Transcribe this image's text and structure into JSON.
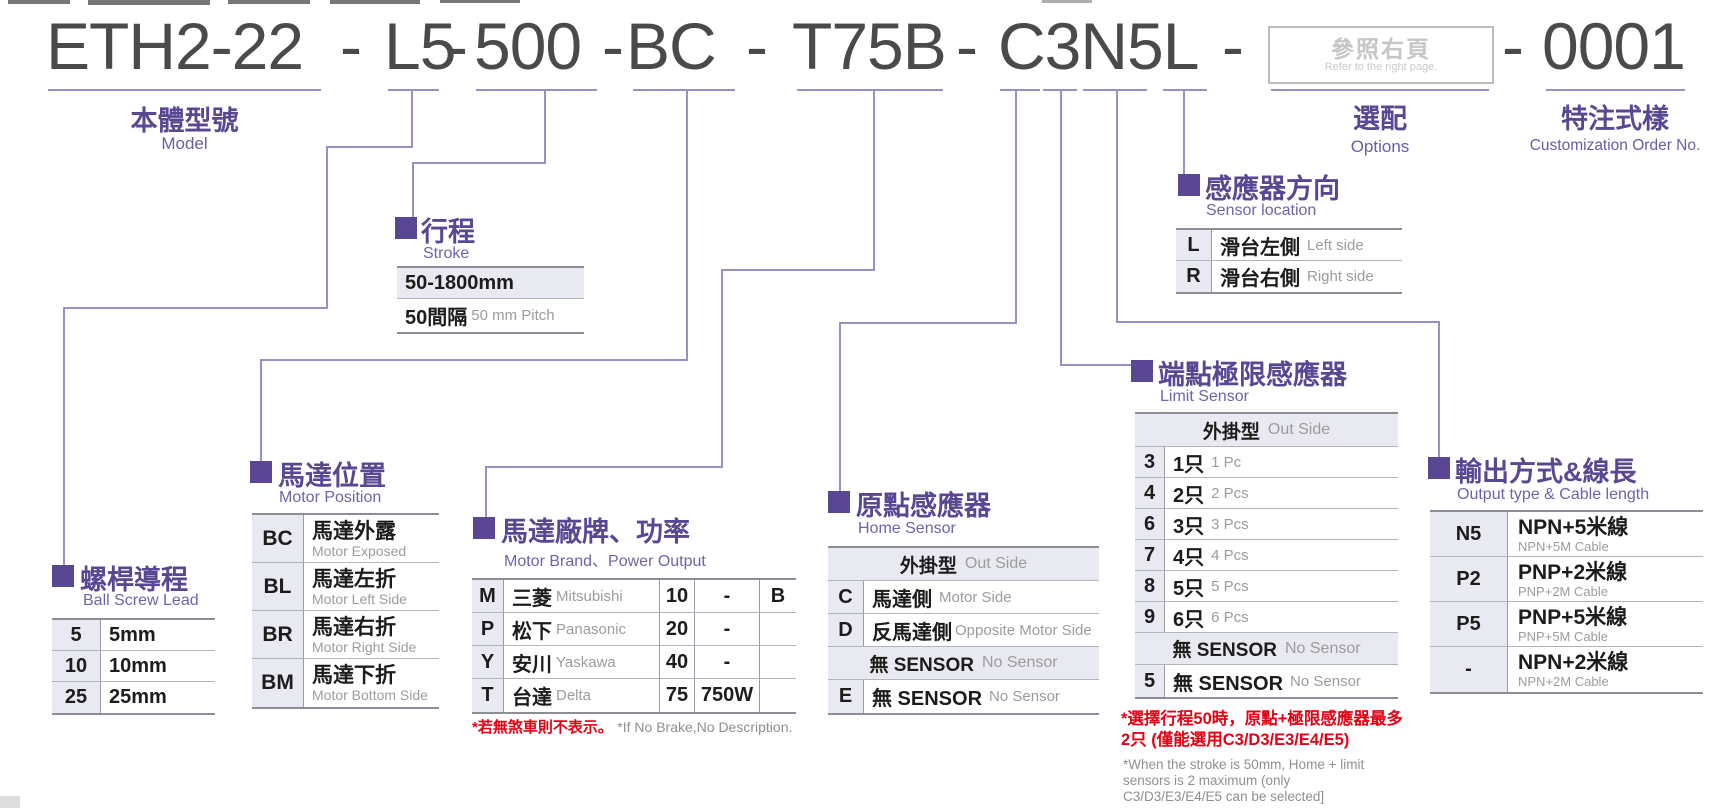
{
  "model_line": {
    "separator": "-",
    "segments": {
      "body": "ETH2-22",
      "lead": "L5",
      "stroke": "500",
      "motor_position": "BC",
      "motor_power": "T75B",
      "sensor": "C3N5L",
      "order": "0001"
    },
    "options_box": {
      "zh": "參照右頁",
      "en": "Refer to the right page."
    }
  },
  "top_labels": {
    "model": {
      "zh": "本體型號",
      "en": "Model"
    },
    "options": {
      "zh": "選配",
      "en": "Options"
    },
    "customization": {
      "zh": "特注式樣",
      "en": "Customization Order No."
    }
  },
  "sections": {
    "ball_screw": {
      "title_zh": "螺桿導程",
      "title_en": "Ball Screw Lead",
      "rows": [
        {
          "code": "5",
          "label": "5mm"
        },
        {
          "code": "10",
          "label": "10mm"
        },
        {
          "code": "25",
          "label": "25mm"
        }
      ]
    },
    "motor_position": {
      "title_zh": "馬達位置",
      "title_en": "Motor Position",
      "rows": [
        {
          "code": "BC",
          "zh": "馬達外露",
          "en": "Motor Exposed"
        },
        {
          "code": "BL",
          "zh": "馬達左折",
          "en": "Motor Left Side"
        },
        {
          "code": "BR",
          "zh": "馬達右折",
          "en": "Motor Right Side"
        },
        {
          "code": "BM",
          "zh": "馬達下折",
          "en": "Motor Bottom Side"
        }
      ]
    },
    "stroke": {
      "title_zh": "行程",
      "title_en": "Stroke",
      "range": "50-1800mm",
      "pitch_zh": "50間隔",
      "pitch_en": "50 mm Pitch"
    },
    "motor_brand": {
      "title_zh": "馬達廠牌、功率",
      "title_en": "Motor Brand、Power Output",
      "rows": [
        {
          "code": "M",
          "zh": "三菱",
          "en": "Mitsubishi",
          "power": "10",
          "watt": "-",
          "brake": "B"
        },
        {
          "code": "P",
          "zh": "松下",
          "en": "Panasonic",
          "power": "20",
          "watt": "-",
          "brake": ""
        },
        {
          "code": "Y",
          "zh": "安川",
          "en": "Yaskawa",
          "power": "40",
          "watt": "-",
          "brake": ""
        },
        {
          "code": "T",
          "zh": "台達",
          "en": "Delta",
          "power": "75",
          "watt": "750W",
          "brake": ""
        }
      ],
      "footnote_zh": "*若無煞車則不表示。",
      "footnote_en": "*If No Brake,No Description."
    },
    "home_sensor": {
      "title_zh": "原點感應器",
      "title_en": "Home Sensor",
      "header_zh": "外掛型",
      "header_en": "Out Side",
      "rows": [
        {
          "code": "C",
          "zh": "馬達側",
          "en": "Motor Side"
        },
        {
          "code": "D",
          "zh": "反馬達側",
          "en": "Opposite Motor Side"
        }
      ],
      "nosensor_zh": "無 SENSOR",
      "nosensor_en": "No Sensor",
      "nosensor_code": "E"
    },
    "limit_sensor": {
      "title_zh": "端點極限感應器",
      "title_en": "Limit Sensor",
      "header_zh": "外掛型",
      "header_en": "Out Side",
      "rows": [
        {
          "code": "3",
          "zh": "1只",
          "en": "1 Pc"
        },
        {
          "code": "4",
          "zh": "2只",
          "en": "2 Pcs"
        },
        {
          "code": "6",
          "zh": "3只",
          "en": "3 Pcs"
        },
        {
          "code": "7",
          "zh": "4只",
          "en": "4 Pcs"
        },
        {
          "code": "8",
          "zh": "5只",
          "en": "5 Pcs"
        },
        {
          "code": "9",
          "zh": "6只",
          "en": "6 Pcs"
        }
      ],
      "nosensor_zh": "無 SENSOR",
      "nosensor_en": "No Sensor",
      "nosensor_code": "5",
      "footnote_zh": "*選擇行程50時，原點+極限感應器最多2只 (僅能選用C3/D3/E3/E4/E5)",
      "footnote_en": "*When the stroke is 50mm, Home + limit sensors is 2 maximum (only C3/D3/E3/E4/E5 can be selected]"
    },
    "sensor_location": {
      "title_zh": "感應器方向",
      "title_en": "Sensor location",
      "rows": [
        {
          "code": "L",
          "zh": "滑台左側",
          "en": "Left side"
        },
        {
          "code": "R",
          "zh": "滑台右側",
          "en": "Right side"
        }
      ]
    },
    "output": {
      "title_zh": "輸出方式&線長",
      "title_en": "Output type & Cable length",
      "rows": [
        {
          "code": "N5",
          "zh": "NPN+5米線",
          "en": "NPN+5M Cable"
        },
        {
          "code": "P2",
          "zh": "PNP+2米線",
          "en": "PNP+2M Cable"
        },
        {
          "code": "P5",
          "zh": "PNP+5米線",
          "en": "PNP+5M Cable"
        },
        {
          "code": "-",
          "zh": "NPN+2米線",
          "en": "NPN+2M Cable"
        }
      ]
    }
  },
  "colors": {
    "purple": "#5a4794",
    "line": "#9d8ec6",
    "red": "#e60014",
    "text_dark": "#1c1c1c",
    "text_grey": "#9c9c9c",
    "shade": "#e9e9f1"
  }
}
